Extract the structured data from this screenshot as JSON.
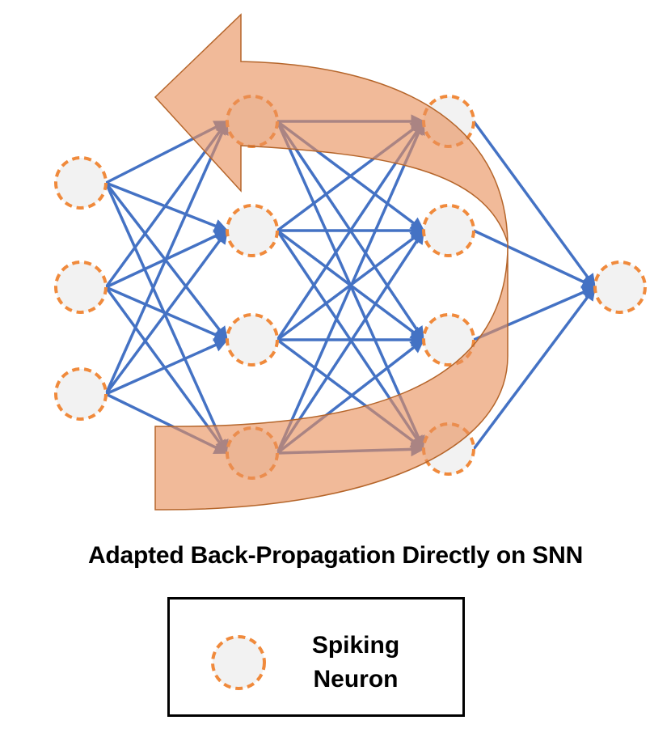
{
  "caption": "Adapted Back-Propagation Directly on SNN",
  "legend": {
    "label_line1": "Spiking",
    "label_line2": "Neuron",
    "icon": "spiking-neuron-icon"
  },
  "colors": {
    "neuron_fill": "#f2f2f2",
    "neuron_stroke": "#f08a3c",
    "connection": "#4472c4",
    "arrow_fill": "#e8905a",
    "arrow_stroke": "#b5652a"
  },
  "network": {
    "layers": [
      3,
      4,
      4,
      1
    ]
  }
}
